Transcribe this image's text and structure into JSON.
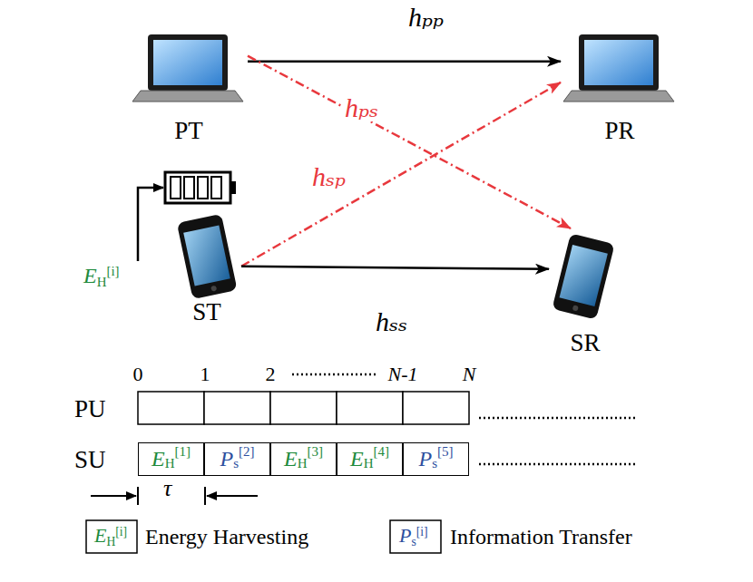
{
  "diagram": {
    "nodes": [
      {
        "text": [
          "PT"
        ]
      },
      {
        "text": [
          "PR"
        ]
      },
      {
        "text": [
          "ST"
        ]
      },
      {
        "text": [
          "SR"
        ]
      },
      {
        "text": [
          "E",
          "H",
          "[1]"
        ]
      },
      {
        "text": [
          "P",
          "s",
          "[2]"
        ]
      },
      {
        "text": [
          "E",
          "H",
          "[3]"
        ]
      },
      {
        "text": [
          "E",
          "H",
          "[4]"
        ]
      },
      {
        "text": [
          "P",
          "s",
          "[5]"
        ]
      }
    ],
    "edges": [
      {
        "from": 0,
        "to": 1,
        "arrow": "to",
        "label": "hₚₚ"
      },
      {
        "from": 0,
        "to": 3,
        "arrow": "to",
        "label": "hₚₛ"
      },
      {
        "from": 2,
        "to": 1,
        "arrow": "to",
        "label": "hₛₚ"
      },
      {
        "from": 2,
        "to": 3,
        "arrow": "to",
        "label": "hₛₛ"
      }
    ],
    "labels": [
      "E",
      "H",
      "[i]",
      "0",
      "1",
      "2",
      "N-1",
      "N",
      "PU",
      "SU",
      "τ",
      "E",
      "H",
      "[i]",
      "P",
      "s",
      "[i]"
    ],
    "legend": [
      {
        "text": "Energy Harvesting"
      },
      {
        "text": "Information Transfer"
      }
    ]
  }
}
